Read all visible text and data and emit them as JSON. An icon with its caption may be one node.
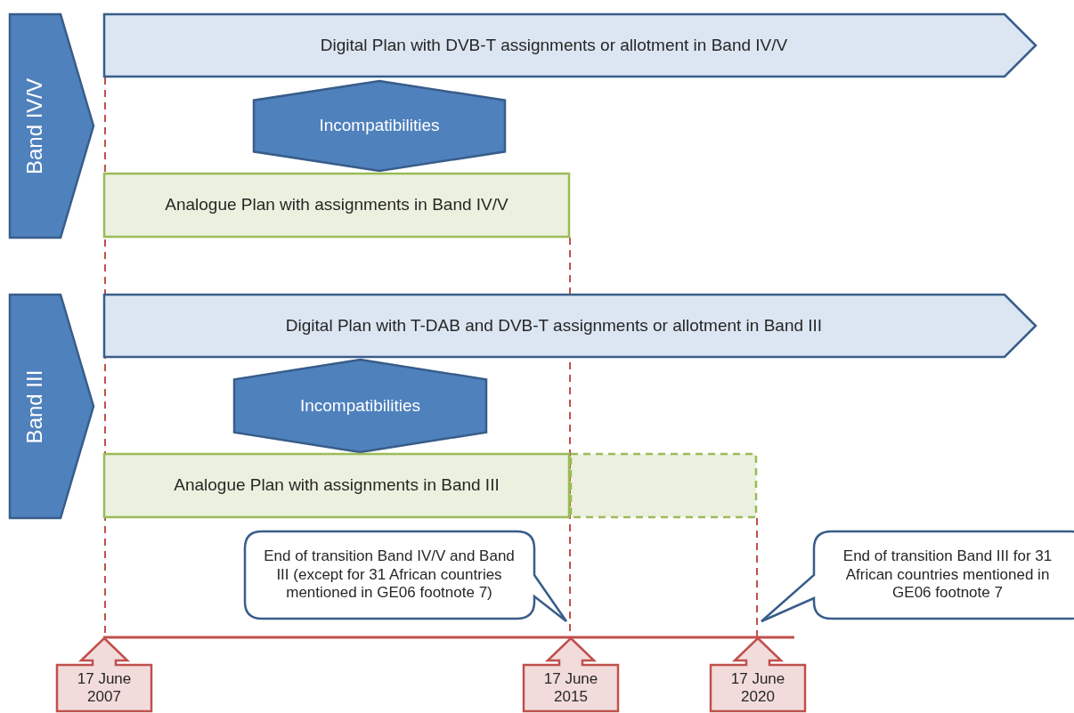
{
  "diagram": {
    "nodes": [
      {
        "text": [
          "Band IV/V"
        ]
      },
      {
        "text": [
          "Digital Plan with DVB-T assignments or allotment in Band IV/V"
        ]
      },
      {
        "text": [
          "Incompatibilities"
        ]
      },
      {
        "text": [
          "Analogue Plan with assignments in Band IV/V"
        ]
      },
      {
        "text": [
          "Band III"
        ]
      },
      {
        "text": [
          "Digital Plan with T-DAB and DVB-T assignments or allotment in Band III"
        ]
      },
      {
        "text": [
          "Incompatibilities"
        ]
      },
      {
        "text": [
          "Analogue Plan with assignments in Band III"
        ]
      },
      {
        "text": [],
        "shape": "box"
      },
      {
        "text": [
          "17 June 2007"
        ]
      },
      {
        "text": [
          "17 June 2015"
        ]
      },
      {
        "text": [
          "17 June 2020"
        ]
      },
      {
        "text": [
          "End of transition Band IV/V and Band III (except for 31 African countries mentioned in GE06 footnote 7)"
        ]
      },
      {
        "text": [
          "End of transition Band III for 31 African countries mentioned in GE06 footnote 7"
        ]
      }
    ]
  }
}
